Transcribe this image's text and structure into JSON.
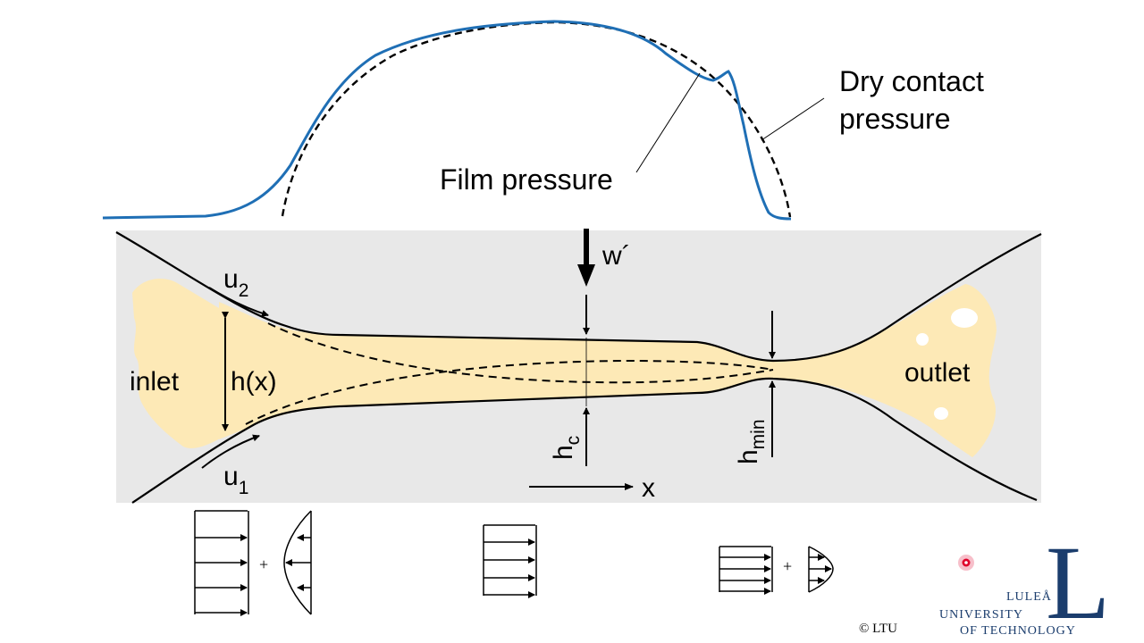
{
  "labels": {
    "dry_contact_line1": "Dry contact",
    "dry_contact_line2": "pressure",
    "film_pressure": "Film pressure",
    "load": "w´",
    "u2_base": "u",
    "u2_sub": "2",
    "u1_base": "u",
    "u1_sub": "1",
    "h_of_x": "h(x)",
    "inlet": "inlet",
    "outlet": "outlet",
    "hc_base": "h",
    "hc_sub": "c",
    "hmin_base": "h",
    "hmin_sub": "min",
    "x_axis": "x"
  },
  "profiles": {
    "plus_left": "+",
    "plus_right": "+"
  },
  "footer": {
    "copyright": "© LTU",
    "logo_letter": "L",
    "university_line1": "LULEÅ",
    "university_line2": "UNIVERSITY",
    "university_line3": "OF TECHNOLOGY"
  },
  "colors": {
    "film_pressure_curve": "#1f6fb5",
    "lubricant": "#fde9b6",
    "solid_body": "#e8e8e8",
    "logo": "#1b3d6d",
    "marker": "#e0002a"
  }
}
